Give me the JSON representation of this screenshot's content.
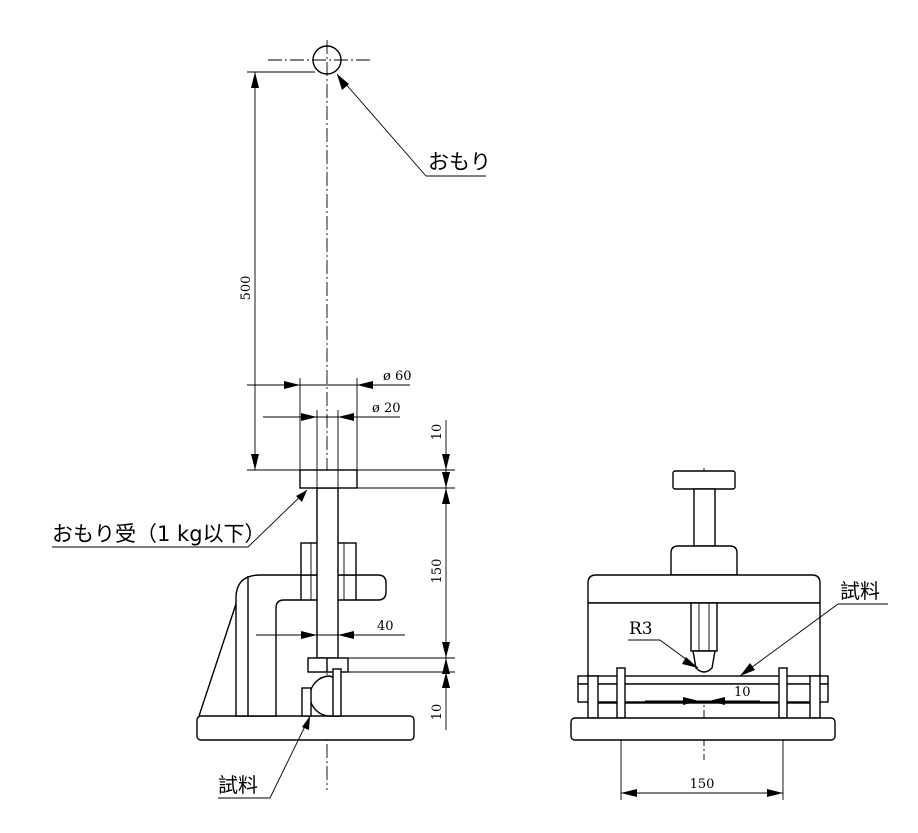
{
  "labels": {
    "weight": "おもり",
    "weight_receiver": "おもり受（1 kg以下）",
    "specimen_left": "試料",
    "specimen_right": "試料",
    "radius": "R3"
  },
  "dimensions": {
    "drop_height": "500",
    "outer_dia": "ø 60",
    "inner_dia": "ø 20",
    "top_gap": "10",
    "rod_length": "150",
    "bottom_gap": "10",
    "spacing": "40",
    "support_span": "150",
    "tip_gap": "10"
  }
}
